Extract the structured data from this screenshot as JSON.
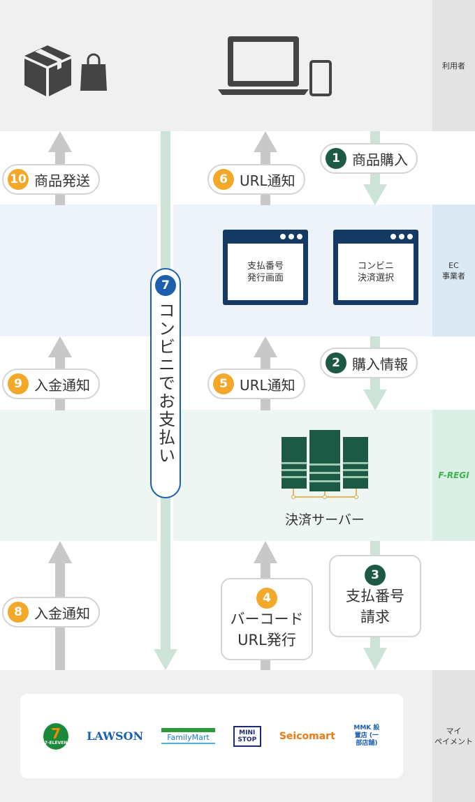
{
  "lanes": {
    "user": "利用者",
    "ec": "EC\n事業者",
    "fregi": "F-REGI",
    "mypayment": "マイ\nペイメント"
  },
  "steps": [
    {
      "num": "1",
      "label": "商品購入"
    },
    {
      "num": "2",
      "label": "購入情報"
    },
    {
      "num": "3",
      "label": "支払番号\n請求"
    },
    {
      "num": "4",
      "label": "バーコード\nURL発行"
    },
    {
      "num": "5",
      "label": "URL通知"
    },
    {
      "num": "6",
      "label": "URL通知"
    },
    {
      "num": "7",
      "label": "コンビニでお支払い"
    },
    {
      "num": "8",
      "label": "入金通知"
    },
    {
      "num": "9",
      "label": "入金通知"
    },
    {
      "num": "10",
      "label": "商品発送"
    }
  ],
  "screens": {
    "payment_number": "支払番号\n発行画面",
    "cvs_select": "コンビニ\n決済選択"
  },
  "server_label": "決済サーバー",
  "stores": [
    "7-ELEVEN",
    "LAWSON",
    "FamilyMart",
    "MINI STOP",
    "Seicomart",
    "MMK 設置店 (一部店舗)"
  ],
  "colors": {
    "orange": "#f3a829",
    "green": "#1d5a45",
    "blue": "#1c5fae"
  }
}
